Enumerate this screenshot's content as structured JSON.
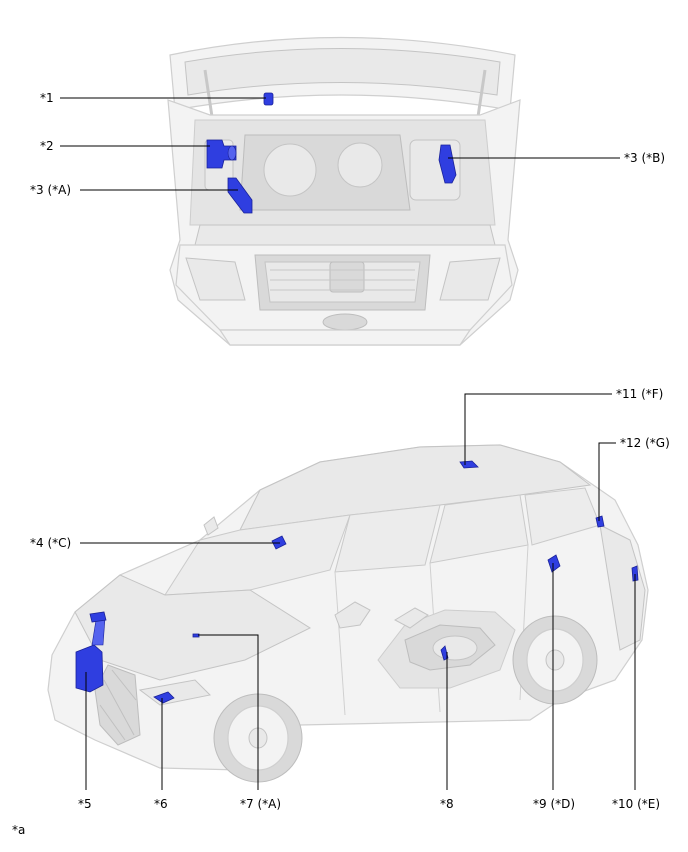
{
  "figure_code": "*a",
  "labels": {
    "l1": "*1",
    "l2": "*2",
    "l3a": "*3 (*A)",
    "l3b": "*3 (*B)",
    "l4": "*4 (*C)",
    "l5": "*5",
    "l6": "*6",
    "l7": "*7 (*A)",
    "l8": "*8",
    "l9": "*9 (*D)",
    "l10": "*10 (*E)",
    "l11": "*11 (*F)",
    "l12": "*12 (*G)"
  },
  "colors": {
    "highlight": "#2f3ee0",
    "vehicle": "#f3f3f3",
    "leader": "#000000"
  }
}
